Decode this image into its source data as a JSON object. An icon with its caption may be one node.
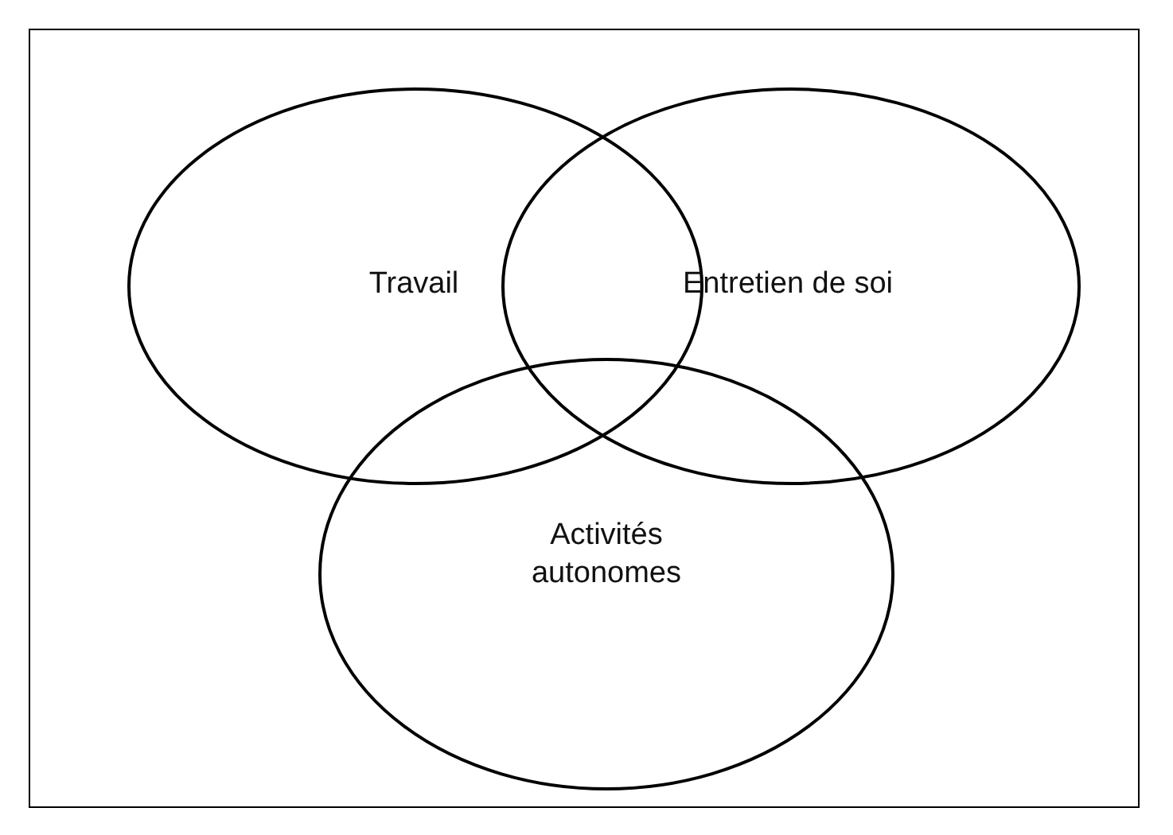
{
  "diagram": {
    "nodes": [
      {
        "text": [
          "Travail"
        ]
      },
      {
        "text": [
          "Entretien de soi"
        ]
      },
      {
        "text": [
          "Activités autonomes"
        ]
      }
    ]
  }
}
